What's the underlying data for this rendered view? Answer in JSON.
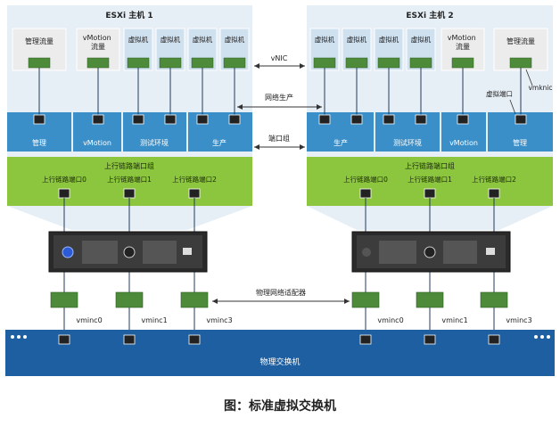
{
  "hosts": [
    {
      "title": "ESXi 主机 1",
      "cards": [
        "管理流量",
        "vMotion\n流量",
        "虚拟机",
        "虚拟机",
        "虚拟机",
        "虚拟机"
      ],
      "groups": [
        "管理",
        "vMotion",
        "测试环境",
        "生产"
      ],
      "uplink_group_title": "上行链路端口组",
      "uplinks": [
        "上行链路端口0",
        "上行链路端口1",
        "上行链路端口2"
      ],
      "nics": [
        "vminc0",
        "vminc1",
        "vminc3"
      ]
    },
    {
      "title": "ESXi 主机 2",
      "cards": [
        "虚拟机",
        "虚拟机",
        "虚拟机",
        "虚拟机",
        "vMotion\n流量",
        "管理流量"
      ],
      "groups": [
        "生产",
        "测试环境",
        "vMotion",
        "管理"
      ],
      "uplink_group_title": "上行链路端口组",
      "uplinks": [
        "上行链路端口0",
        "上行链路端口1",
        "上行链路端口2"
      ],
      "nics": [
        "vminc0",
        "vminc1",
        "vminc3"
      ]
    }
  ],
  "center_labels": {
    "vnic": "vNIC",
    "network_production": "网络生产",
    "port_group": "端口组",
    "physical_adapter": "物理网络适配器"
  },
  "annotations": {
    "virtual_port": "虚拟端口",
    "vmknic": "vmknic"
  },
  "physical_switch": "物理交换机",
  "caption": "图：标准虚拟交换机",
  "colors": {
    "host_bg": "#e6eef6",
    "port_group_band": "#3a8fc8",
    "uplink_band": "#8cc63f",
    "vm_card": "#cfe0ef",
    "mgmt_card": "#ececec",
    "switch_band": "#1d5fa0",
    "vswitch_body": "#2a2a2a"
  }
}
